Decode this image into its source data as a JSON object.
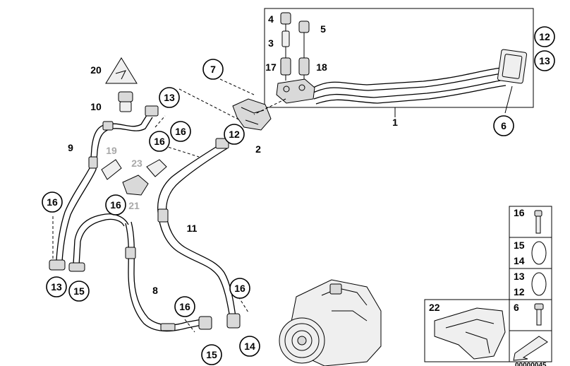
{
  "callouts": {
    "c1": "1",
    "c2": "2",
    "c3": "3",
    "c4": "4",
    "c5": "5",
    "c6": "6",
    "c7": "7",
    "c8": "8",
    "c9": "9",
    "c10": "10",
    "c11": "11",
    "c12a": "12",
    "c12b": "12",
    "c13a": "13",
    "c13b": "13",
    "c13c": "13",
    "c14": "14",
    "c15a": "15",
    "c15b": "15",
    "c16a": "16",
    "c16b": "16",
    "c16c": "16",
    "c16d": "16",
    "c16e": "16",
    "c16f": "16",
    "c17": "17",
    "c18": "18",
    "c19": "19",
    "c20": "20",
    "c21": "21",
    "c23": "23"
  },
  "legend": {
    "r16": "16",
    "r15": "15",
    "r14": "14",
    "r13": "13",
    "r12": "12",
    "r22": "22",
    "r6": "6"
  },
  "diagram_code": "00000045"
}
